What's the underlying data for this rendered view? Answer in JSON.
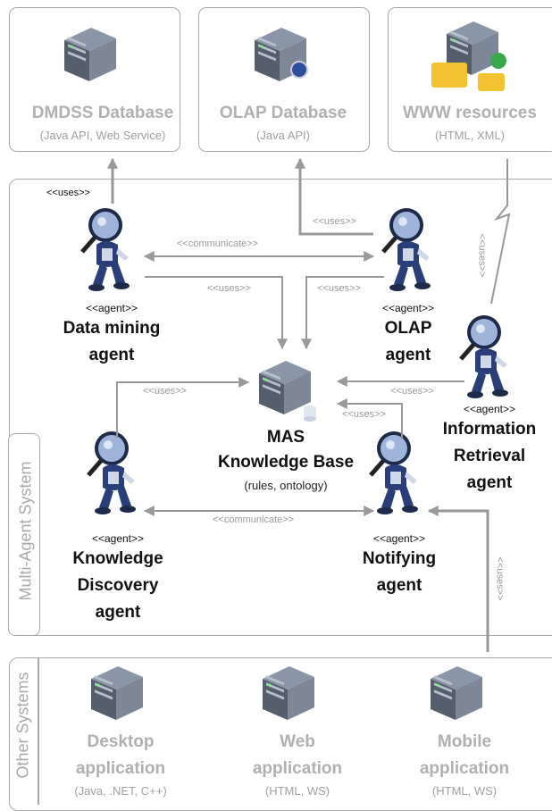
{
  "top_systems": [
    {
      "title": "DMDSS Database",
      "subtitle": "(Java API, Web Service)",
      "icon": "server-icon"
    },
    {
      "title": "OLAP Database",
      "subtitle": "(Java API)",
      "icon": "server-globe-icon"
    },
    {
      "title": "WWW resources",
      "subtitle": "(HTML, XML)",
      "icon": "server-folders-icon"
    }
  ],
  "mas": {
    "label": "Multi-Agent System",
    "agent_tag": "<<agent>>",
    "agents": [
      {
        "name_lines": [
          "Data mining",
          "agent"
        ]
      },
      {
        "name_lines": [
          "OLAP",
          "agent"
        ]
      },
      {
        "name_lines": [
          "Information",
          "Retrieval",
          "agent"
        ]
      },
      {
        "name_lines": [
          "Knowledge",
          "Discovery",
          "agent"
        ]
      },
      {
        "name_lines": [
          "Notifying",
          "agent"
        ]
      }
    ],
    "knowledge_base": {
      "title_lines": [
        "MAS",
        "Knowledge Base"
      ],
      "subtitle": "(rules, ontology)"
    }
  },
  "relations": {
    "uses": "<<uses>>",
    "communicate": "<<communicate>>"
  },
  "other_systems": {
    "label": "Other Systems",
    "apps": [
      {
        "title_lines": [
          "Desktop",
          "application"
        ],
        "subtitle": "(Java, .NET, C++)"
      },
      {
        "title_lines": [
          "Web",
          "application"
        ],
        "subtitle": "(HTML, WS)"
      },
      {
        "title_lines": [
          "Mobile",
          "application"
        ],
        "subtitle": "(HTML, WS)"
      }
    ]
  },
  "colors": {
    "gray_text": "#b0b0b0",
    "arrow": "#999999",
    "frame": "#a8a8a8",
    "robot": "#2a3f7a"
  }
}
